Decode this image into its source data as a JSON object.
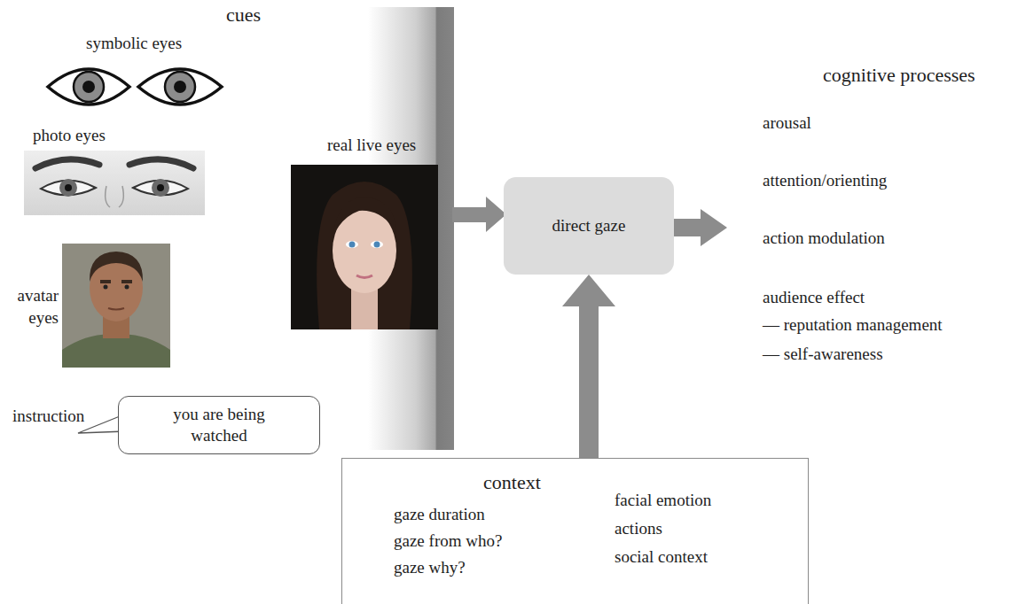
{
  "diagram": {
    "nodes": [
      {
        "text": [
          "you are being watched"
        ]
      },
      {
        "text": [
          "direct gaze"
        ]
      },
      {
        "text": [
          "context",
          "gaze duration",
          "gaze from who?",
          "gaze why?",
          "facial emotion",
          "actions",
          "social context"
        ]
      }
    ],
    "edges": [
      {
        "from": 2,
        "to": 1,
        "arrow": "to"
      }
    ],
    "labels": [
      "cues",
      "symbolic eyes",
      "photo eyes",
      "avatar eyes",
      "instruction",
      "real live eyes",
      "cognitive processes",
      "arousal",
      "attention/orienting",
      "action modulation",
      "audience effect",
      "— reputation management",
      "— self-awareness"
    ]
  }
}
